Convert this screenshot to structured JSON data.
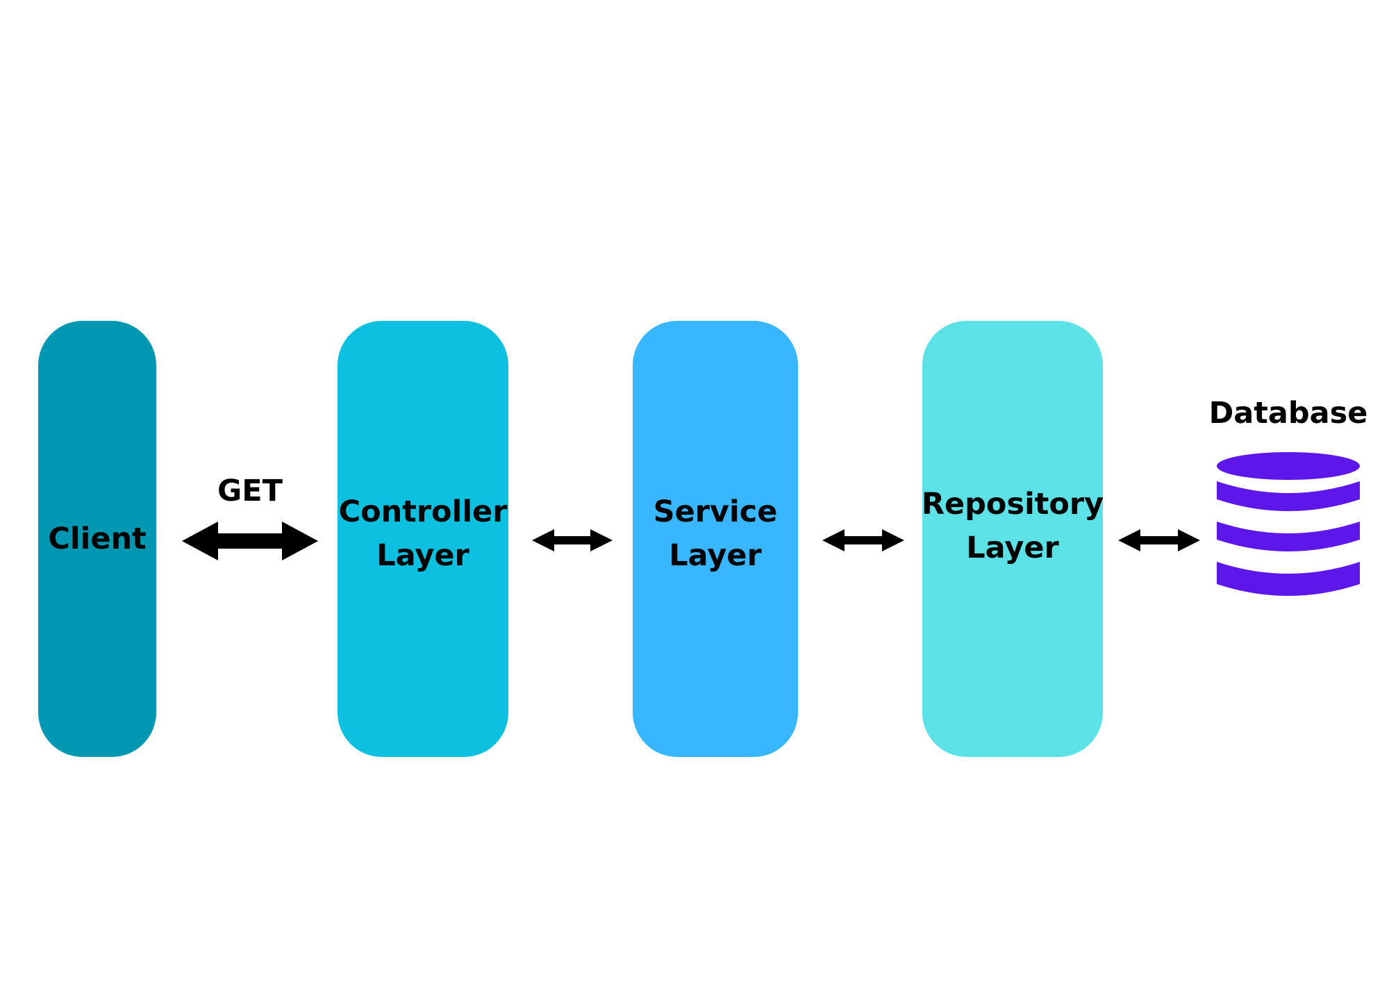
{
  "diagram": {
    "blocks": [
      {
        "id": "client",
        "label": "Client",
        "color": "#0097b2"
      },
      {
        "id": "controller",
        "label": "Controller\nLayer",
        "color": "#0cc0df"
      },
      {
        "id": "service",
        "label": "Service\nLayer",
        "color": "#38b6ff"
      },
      {
        "id": "repository",
        "label": "Repository\nLayer",
        "color": "#5ce1e6"
      }
    ],
    "connectors": [
      {
        "from": "client",
        "to": "controller",
        "label": "GET",
        "style": "bidirectional-arrow"
      },
      {
        "from": "controller",
        "to": "service",
        "label": "",
        "style": "bidirectional-arrow"
      },
      {
        "from": "service",
        "to": "repository",
        "label": "",
        "style": "bidirectional-arrow"
      },
      {
        "from": "repository",
        "to": "database",
        "label": "",
        "style": "bidirectional-arrow"
      }
    ],
    "database": {
      "label": "Database",
      "icon": "database-icon",
      "color": "#5e17eb"
    }
  }
}
